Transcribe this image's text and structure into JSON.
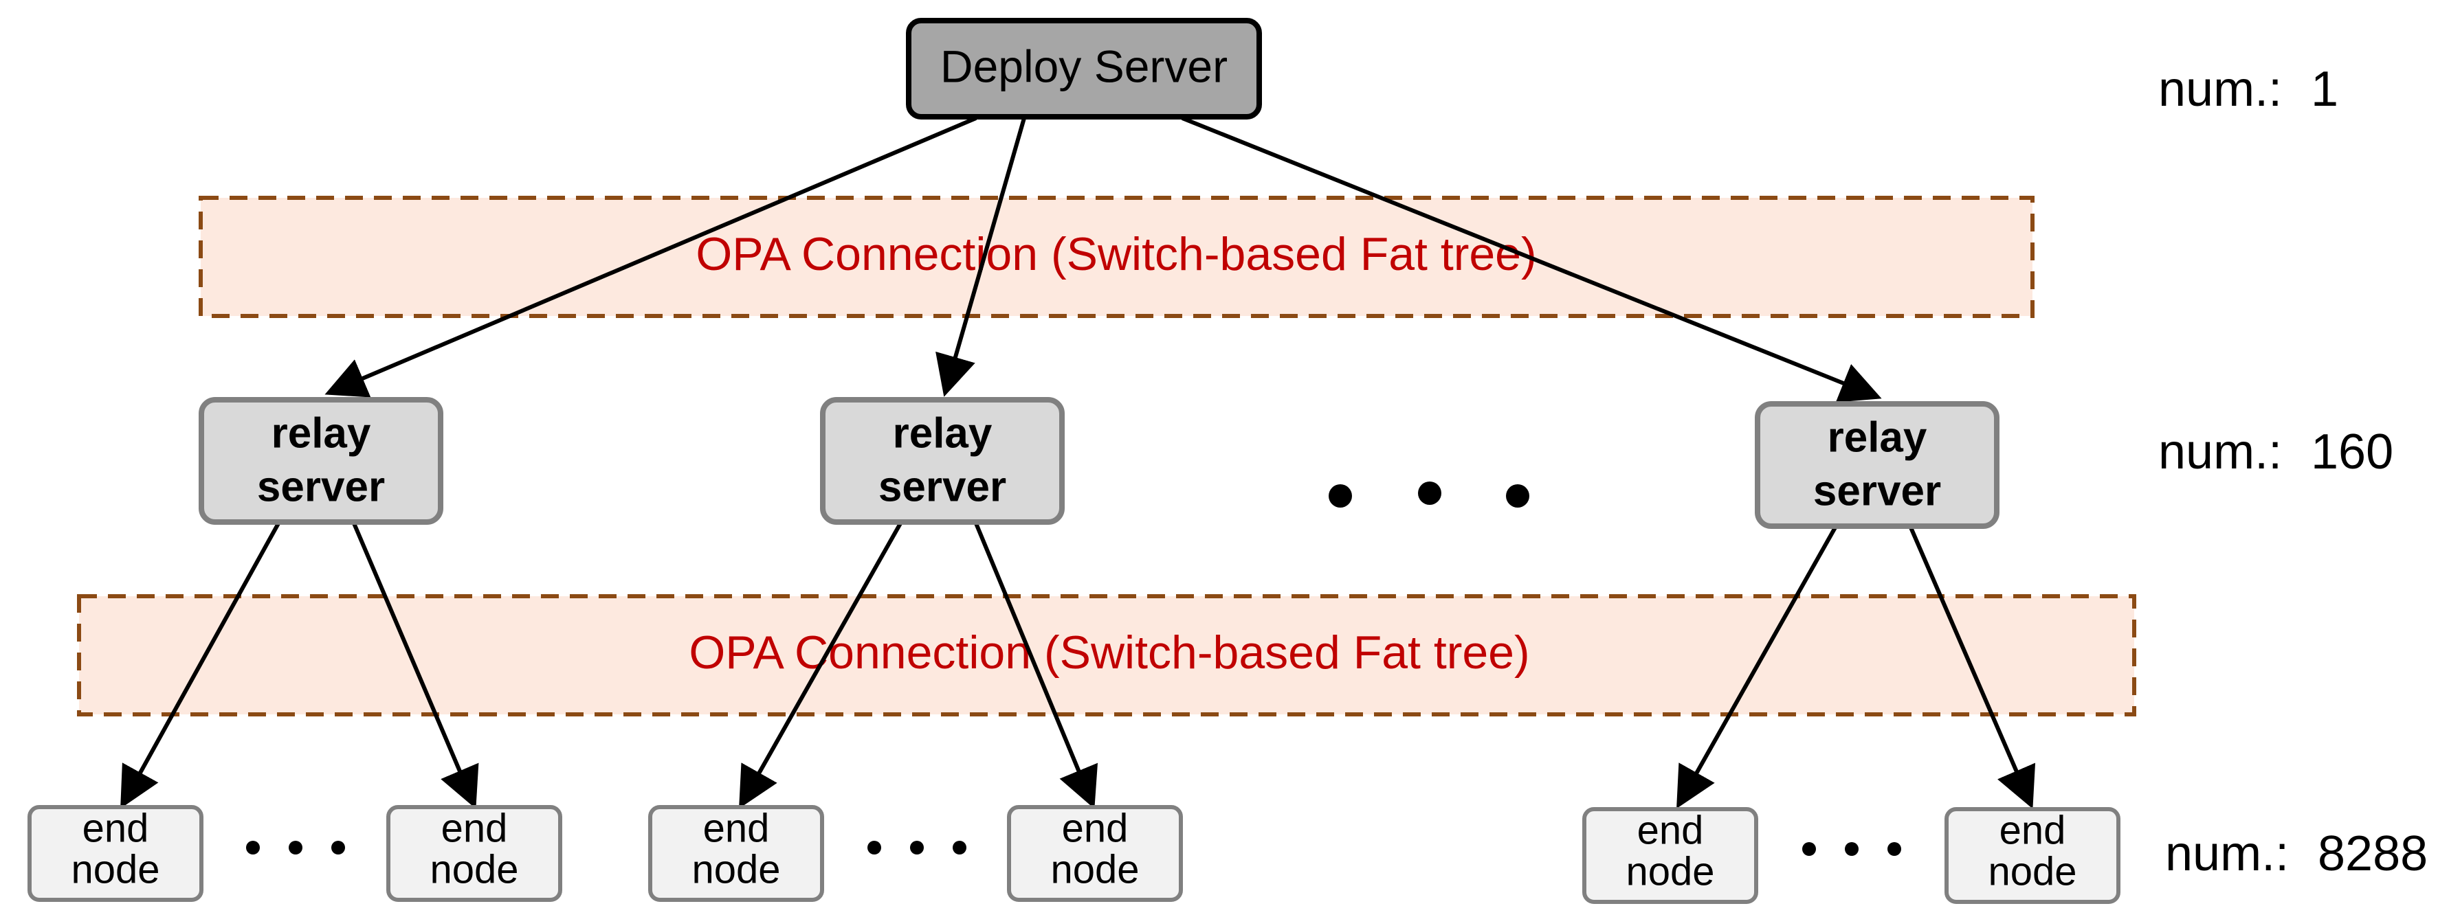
{
  "top_node": {
    "label": "Deploy Server"
  },
  "connections": [
    {
      "label": "OPA Connection (Switch-based Fat tree)"
    },
    {
      "label": "OPA Connection (Switch-based Fat tree)"
    }
  ],
  "relay_label_line1": "relay",
  "relay_label_line2": "server",
  "end_label_line1": "end",
  "end_label_line2": "node",
  "counts": [
    {
      "label": "num.:",
      "value": "1"
    },
    {
      "label": "num.:",
      "value": "160"
    },
    {
      "label": "num.:",
      "value": "8288"
    }
  ],
  "colors": {
    "deploy_fill": "#a6a6a6",
    "relay_fill": "#d9d9d9",
    "end_fill": "#f2f2f2",
    "connection_fill": "#fde9df",
    "connection_border": "#8b4a14",
    "connection_text": "#c00000"
  }
}
